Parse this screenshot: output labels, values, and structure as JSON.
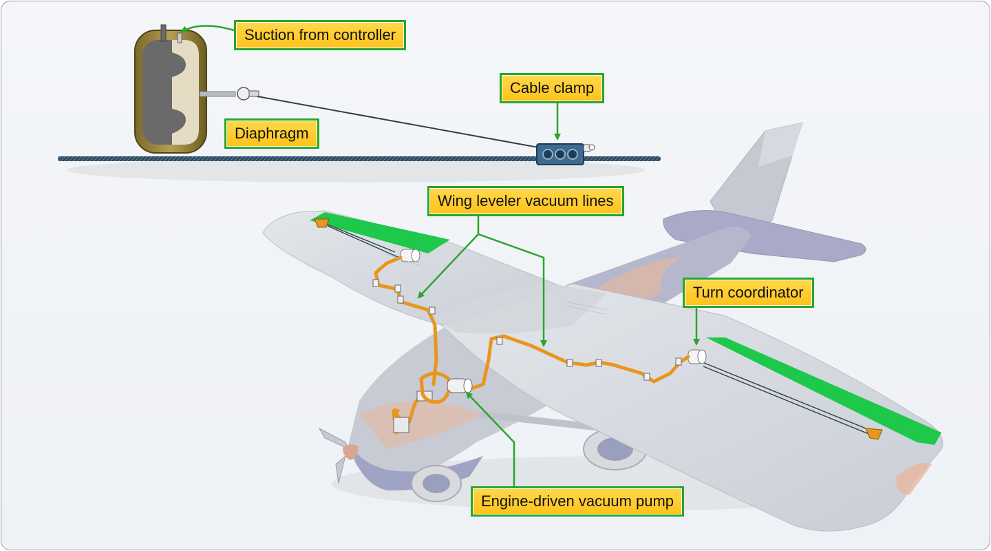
{
  "colors": {
    "callout_fill": "#ffc21a",
    "callout_border": "#2aa52a",
    "leader_arrow": "#2aa52a",
    "vacuum_line": "#e8961e",
    "aileron": "#1ec84a",
    "cable": "#2e4a60"
  },
  "labels": {
    "suction": "Suction from controller",
    "diaphragm": "Diaphragm",
    "cable_clamp": "Cable clamp",
    "vacuum_lines": "Wing leveler vacuum lines",
    "turn_coordinator": "Turn coordinator",
    "vacuum_pump": "Engine-driven vacuum pump"
  }
}
